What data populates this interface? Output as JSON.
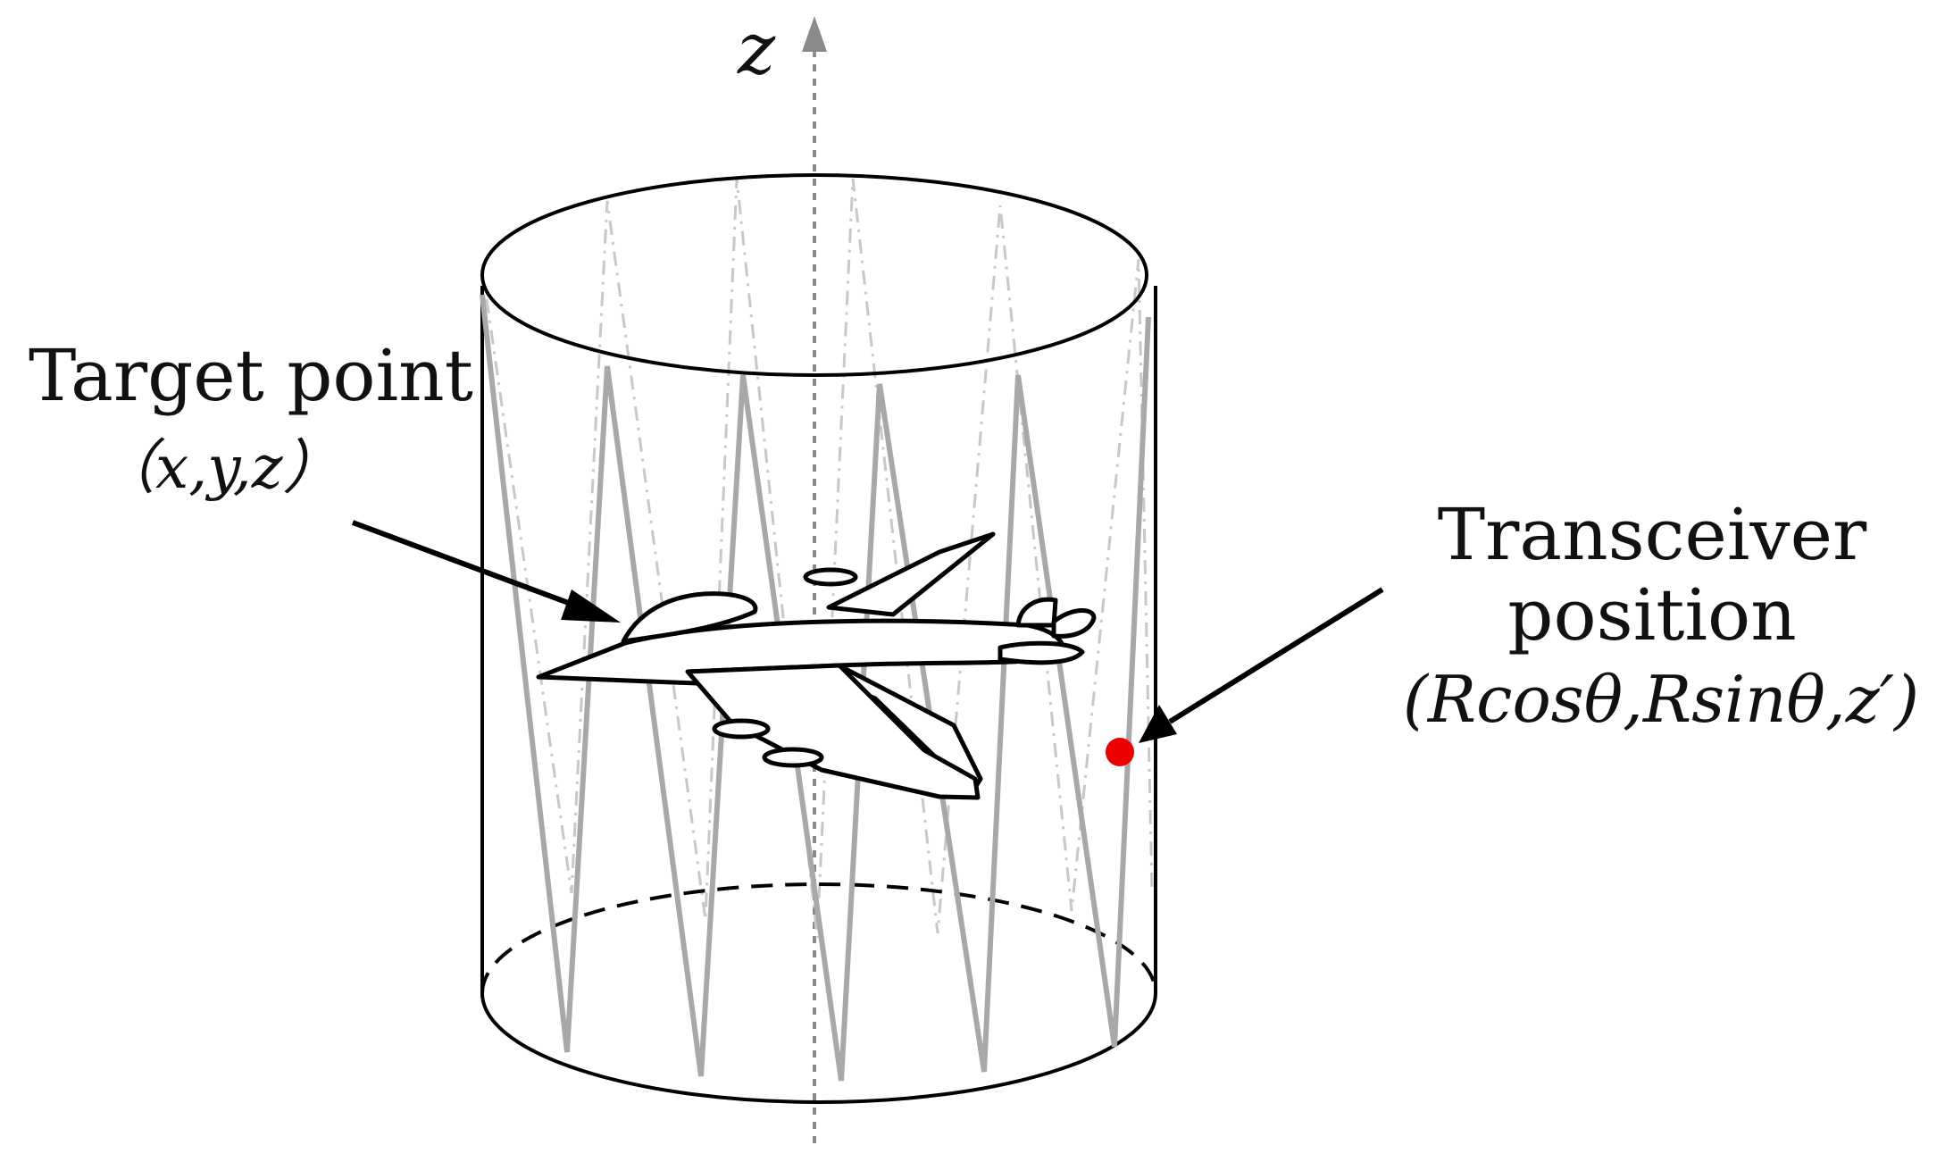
{
  "axis": {
    "label": "z"
  },
  "labels": {
    "target_point": "Target point",
    "target_coords": "（x,y,z）",
    "transceiver_line1": "Transceiver",
    "transceiver_line2": "position",
    "transceiver_coords": "(Rcosθ,Rsinθ,z′)"
  },
  "colors": {
    "outline": "#000000",
    "scan_path_front": "#a8a8a8",
    "scan_path_back": "#c8c8c8",
    "axis": "#8a8a8a",
    "transceiver_dot": "#ee0000"
  },
  "icons": {
    "object": "airplane-icon"
  }
}
